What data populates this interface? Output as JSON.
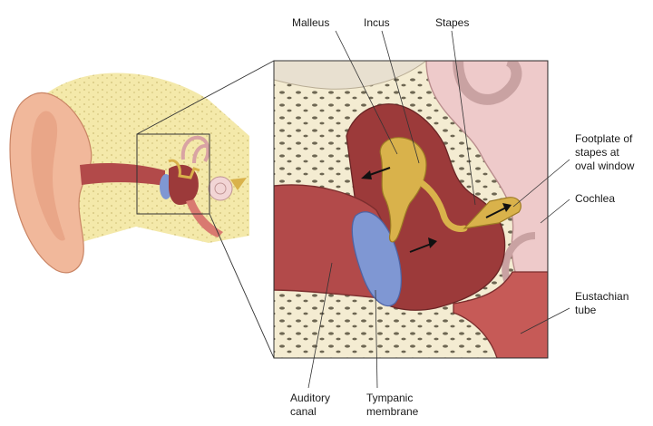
{
  "labels": {
    "malleus": "Malleus",
    "incus": "Incus",
    "stapes": "Stapes",
    "footplate": [
      "Footplate of",
      "stapes at",
      "oval window"
    ],
    "cochlea": "Cochlea",
    "eustachian": [
      "Eustachian",
      "tube"
    ],
    "auditory_canal": [
      "Auditory",
      "canal"
    ],
    "tympanic_membrane": [
      "Tympanic",
      "membrane"
    ]
  },
  "colors": {
    "skin": "#f1b89b",
    "bone": "#f4ecd2",
    "canal": "#b24a4a",
    "tympanic": "#7f97d3",
    "ossicle": "#d9b24b",
    "cochlea": "#eecaca",
    "cavity": "#9c3a3a"
  }
}
